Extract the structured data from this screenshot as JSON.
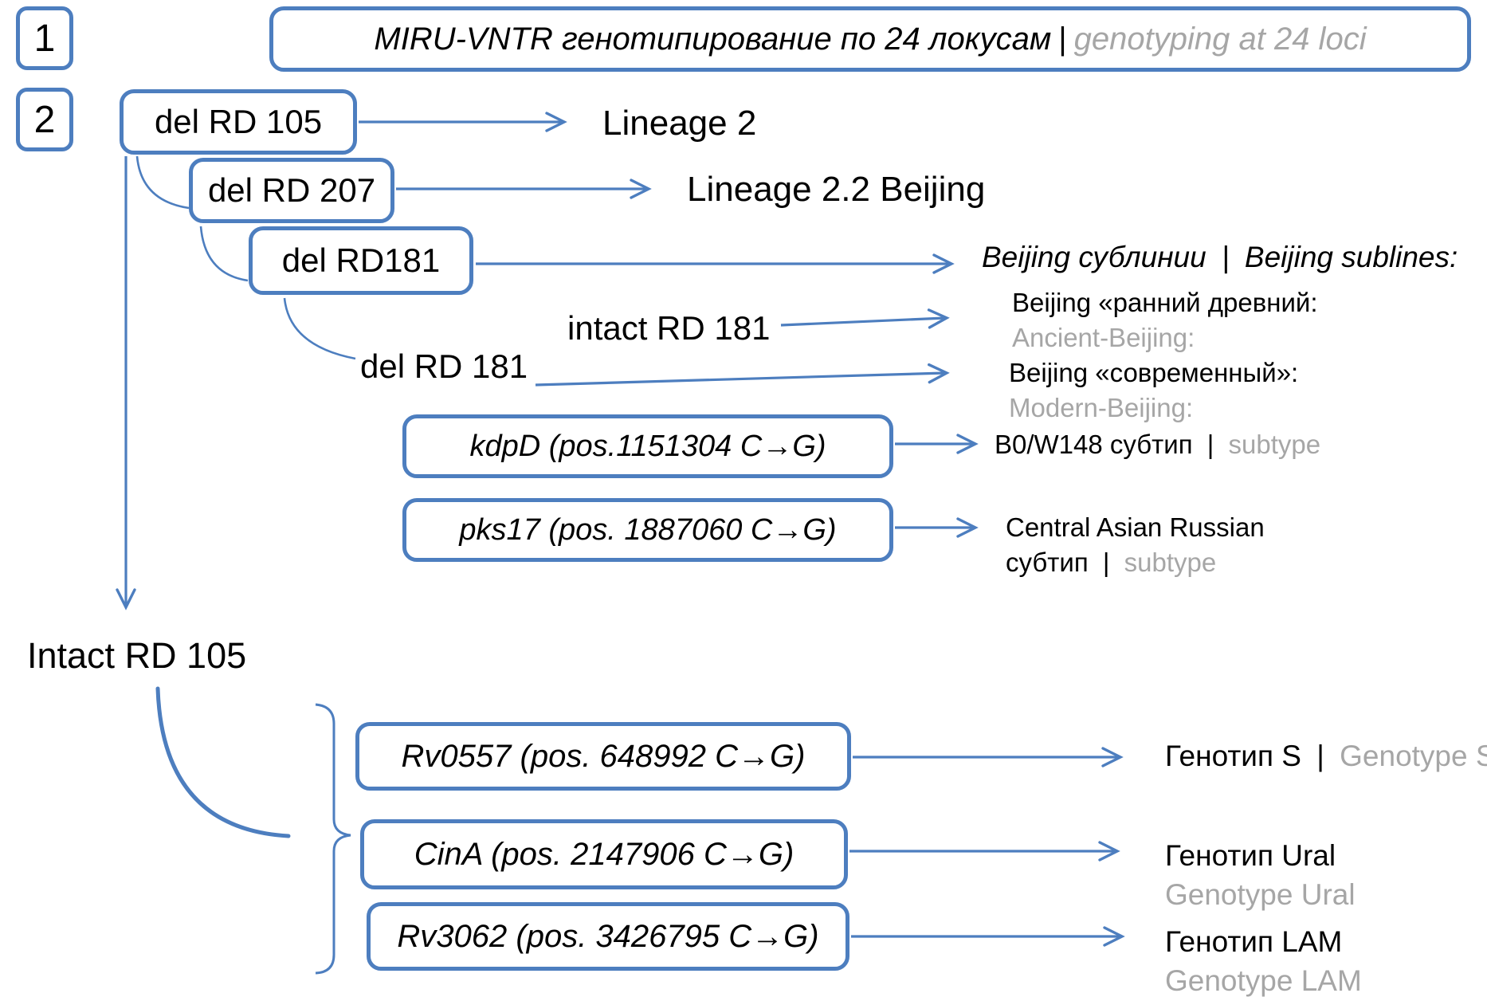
{
  "palette": {
    "accent": "#4d7ebf",
    "muted": "#a6a6a6",
    "ink": "#000000"
  },
  "badges": {
    "step1": "1",
    "step2": "2"
  },
  "title": {
    "ru": "MIRU-VNTR генотипирование по 24 локусам",
    "sep": "|",
    "en": "genotyping at 24 loci"
  },
  "tree": {
    "del_rd105": {
      "box": "del RD 105",
      "result": "Lineage 2"
    },
    "del_rd207": {
      "box": "del RD 207",
      "result": "Lineage 2.2 Beijing"
    },
    "del_rd181": {
      "box": "del RD181",
      "result_ru": "Beijing сублинии",
      "sep": "|",
      "result_en": "Beijing sublines:"
    },
    "intact_rd181": {
      "label": "intact RD 181",
      "result_ru": "Beijing «ранний древний:",
      "result_en": "Ancient-Beijing:"
    },
    "del_rd181_lower": {
      "label": "del RD 181",
      "result_ru": "Beijing «современный»:",
      "result_en": "Modern-Beijing:"
    },
    "kdpd": {
      "box": "kdpD (pos.1151304 C→G)",
      "result_ru": "B0/W148 субтип",
      "sep": "|",
      "result_en": "subtype"
    },
    "pks17": {
      "box": "pks17 (pos. 1887060 C→G)",
      "result_line1": "Central Asian Russian",
      "result_ru": "субтип",
      "sep": "|",
      "result_en": "subtype"
    },
    "intact_rd105": {
      "label": "Intact RD 105"
    },
    "rv0557": {
      "box": "Rv0557 (pos. 648992 C→G)",
      "result_ru": "Генотип S",
      "sep": "|",
      "result_en": "Genotype S"
    },
    "cina": {
      "box": "CinA (pos. 2147906 C→G)",
      "result_ru": "Генотип Ural",
      "result_en": "Genotype Ural"
    },
    "rv3062": {
      "box": "Rv3062 (pos. 3426795 C→G)",
      "result_ru": "Генотип LAM",
      "result_en": "Genotype LAM"
    }
  }
}
